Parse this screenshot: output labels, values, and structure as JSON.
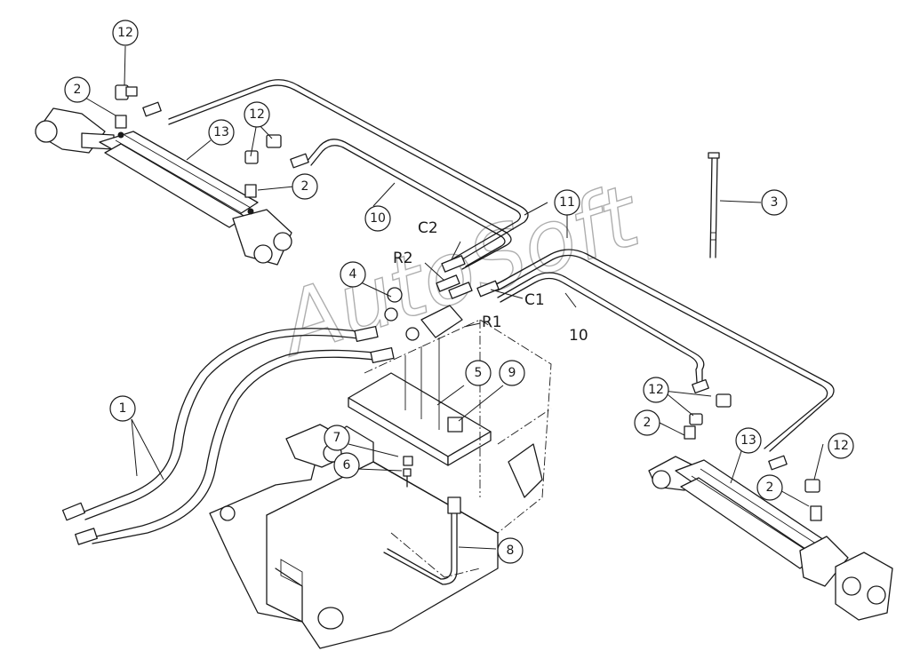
{
  "diagram": {
    "callouts": [
      {
        "label": "12"
      },
      {
        "label": "2"
      },
      {
        "label": "13"
      },
      {
        "label": "12"
      },
      {
        "label": "2"
      },
      {
        "label": "10"
      },
      {
        "label": "11"
      },
      {
        "label": "3"
      },
      {
        "label": "4"
      },
      {
        "label": "5"
      },
      {
        "label": "9"
      },
      {
        "label": "1"
      },
      {
        "label": "7"
      },
      {
        "label": "6"
      },
      {
        "label": "8"
      },
      {
        "label": "12"
      },
      {
        "label": "2"
      },
      {
        "label": "13"
      },
      {
        "label": "12"
      },
      {
        "label": "2"
      }
    ],
    "ports": [
      {
        "label": "C2"
      },
      {
        "label": "R2"
      },
      {
        "label": "C1"
      },
      {
        "label": "R1"
      },
      {
        "label": "10"
      }
    ],
    "watermark": "AutoSoft",
    "colors": {
      "line": "#1a1a1a",
      "background": "#ffffff",
      "watermark": "#9a9a9a"
    }
  }
}
